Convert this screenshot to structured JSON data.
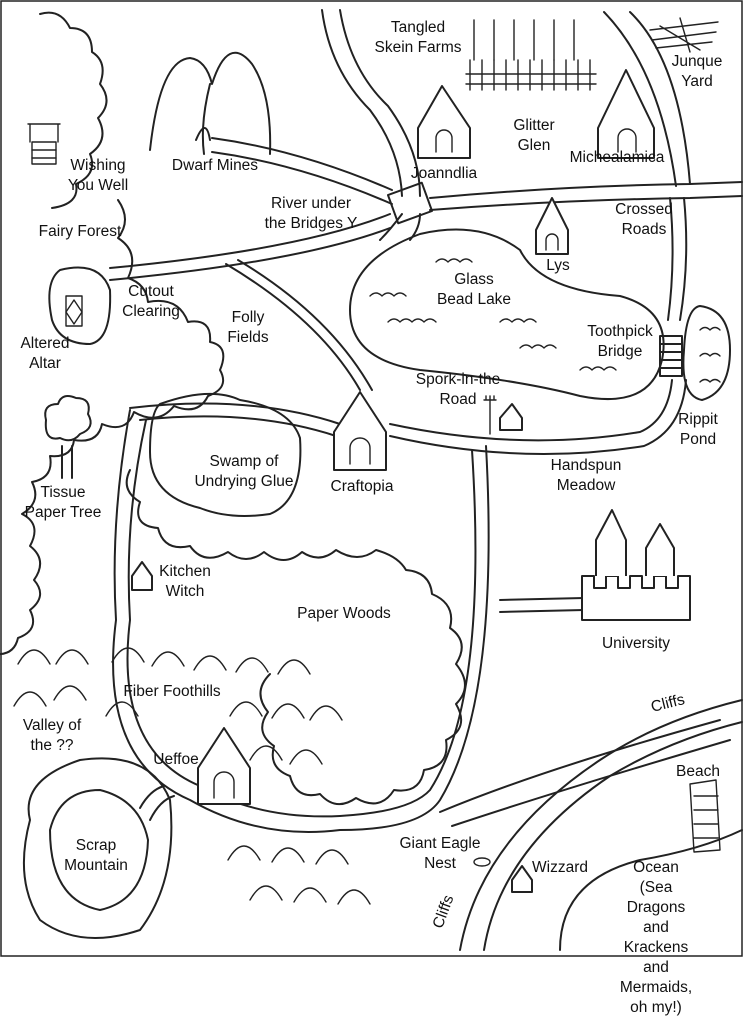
{
  "map": {
    "places": [
      {
        "id": "tangled-skein-farms",
        "text": "Tangled\nSkein Farms"
      },
      {
        "id": "junque-yard",
        "text": "Junque\nYard"
      },
      {
        "id": "wishing-you-well",
        "text": "Wishing\nYou Well"
      },
      {
        "id": "dwarf-mines",
        "text": "Dwarf Mines"
      },
      {
        "id": "joanndlia",
        "text": "Joanndlia"
      },
      {
        "id": "glitter-glen",
        "text": "Glitter\nGlen"
      },
      {
        "id": "michealamica",
        "text": "Michealamica"
      },
      {
        "id": "fairy-forest",
        "text": "Fairy Forest"
      },
      {
        "id": "river-under-the-bridges",
        "text": "River under\nthe Bridges Y"
      },
      {
        "id": "crossed-roads",
        "text": "Crossed\nRoads"
      },
      {
        "id": "lys",
        "text": "Lys"
      },
      {
        "id": "glass-bead-lake",
        "text": "Glass\nBead Lake"
      },
      {
        "id": "cutout-clearing",
        "text": "Cutout\nClearing"
      },
      {
        "id": "folly-fields",
        "text": "Folly\nFields"
      },
      {
        "id": "altered-altar",
        "text": "Altered\nAltar"
      },
      {
        "id": "toothpick-bridge",
        "text": "Toothpick\nBridge"
      },
      {
        "id": "spork-in-the-road",
        "text": "Spork-in-the\nRoad"
      },
      {
        "id": "rippit-pond",
        "text": "Rippit\nPond"
      },
      {
        "id": "swamp-of-undrying-glue",
        "text": "Swamp of\nUndrying Glue"
      },
      {
        "id": "craftopia",
        "text": "Craftopia"
      },
      {
        "id": "tissue-paper-tree",
        "text": "Tissue\nPaper Tree"
      },
      {
        "id": "handspun-meadow",
        "text": "Handspun\nMeadow"
      },
      {
        "id": "kitchen-witch",
        "text": "Kitchen\nWitch"
      },
      {
        "id": "paper-woods",
        "text": "Paper Woods"
      },
      {
        "id": "university",
        "text": "University"
      },
      {
        "id": "fiber-foothills",
        "text": "Fiber Foothills"
      },
      {
        "id": "valley-of-the",
        "text": "Valley of\nthe ??"
      },
      {
        "id": "ueffoe",
        "text": "Ueffoe"
      },
      {
        "id": "cliffs-east",
        "text": "Cliffs"
      },
      {
        "id": "beach",
        "text": "Beach"
      },
      {
        "id": "giant-eagle-nest",
        "text": "Giant Eagle\nNest"
      },
      {
        "id": "wizzard",
        "text": "Wizzard"
      },
      {
        "id": "scrap-mountain",
        "text": "Scrap\nMountain"
      },
      {
        "id": "cliffs-south",
        "text": "Cliffs"
      },
      {
        "id": "ocean",
        "text": "Ocean\n(Sea Dragons and\nKrackens and\nMermaids, oh my!)"
      }
    ]
  }
}
